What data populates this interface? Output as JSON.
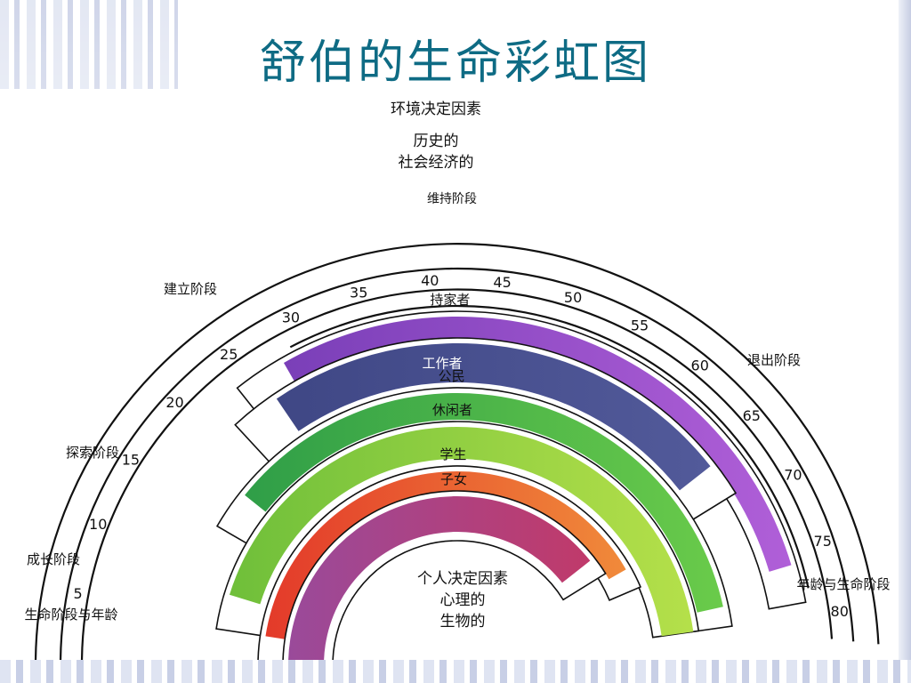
{
  "title": "舒伯的生命彩虹图",
  "top_labels": {
    "env": "环境决定因素",
    "hist": "历史的",
    "socio": "社会经济的"
  },
  "bottom_labels": {
    "personal": "个人决定因素",
    "psych": "心理的",
    "bio": "生物的"
  },
  "stages": {
    "maintenance": "维持阶段",
    "establishment": "建立阶段",
    "exploration": "探索阶段",
    "growth": "成长阶段",
    "decline": "退出阶段",
    "life_stage_left": "生命阶段与年龄",
    "life_stage_right": "年龄与生命阶段"
  },
  "ages": [
    {
      "age": "5",
      "v": 5
    },
    {
      "age": "10",
      "v": 10
    },
    {
      "age": "15",
      "v": 15
    },
    {
      "age": "20",
      "v": 20
    },
    {
      "age": "25",
      "v": 25
    },
    {
      "age": "30",
      "v": 30
    },
    {
      "age": "35",
      "v": 35
    },
    {
      "age": "40",
      "v": 40
    },
    {
      "age": "45",
      "v": 45
    },
    {
      "age": "50",
      "v": 50
    },
    {
      "age": "55",
      "v": 55
    },
    {
      "age": "60",
      "v": 60
    },
    {
      "age": "65",
      "v": 65
    },
    {
      "age": "70",
      "v": 70
    },
    {
      "age": "75",
      "v": 75
    },
    {
      "age": "80",
      "v": 80
    }
  ],
  "roles": [
    {
      "name": "持家者",
      "start": 28,
      "end": 76,
      "color_a": "#7a3fb8",
      "color_b": "#b05fd8"
    },
    {
      "name": "工作者",
      "start": 26,
      "end": 66,
      "color_a": "#3f4785",
      "color_b": "#525a9a"
    },
    {
      "name": "公民",
      "start": 18,
      "end": 78,
      "color_a": "#2f9e48",
      "color_b": "#6acb4a"
    },
    {
      "name": "休闲者",
      "start": 8,
      "end": 80,
      "color_a": "#6fbf3a",
      "color_b": "#b5e04a"
    },
    {
      "name": "学生",
      "start": 4,
      "end": 70,
      "color_a": "#e33a2a",
      "color_b": "#f08a3a"
    },
    {
      "name": "子女",
      "start": 0,
      "end": 66,
      "color_a": "#9a4a9a",
      "color_b": "#c03a6a"
    }
  ],
  "colors": {
    "title": "#0e6b84"
  }
}
